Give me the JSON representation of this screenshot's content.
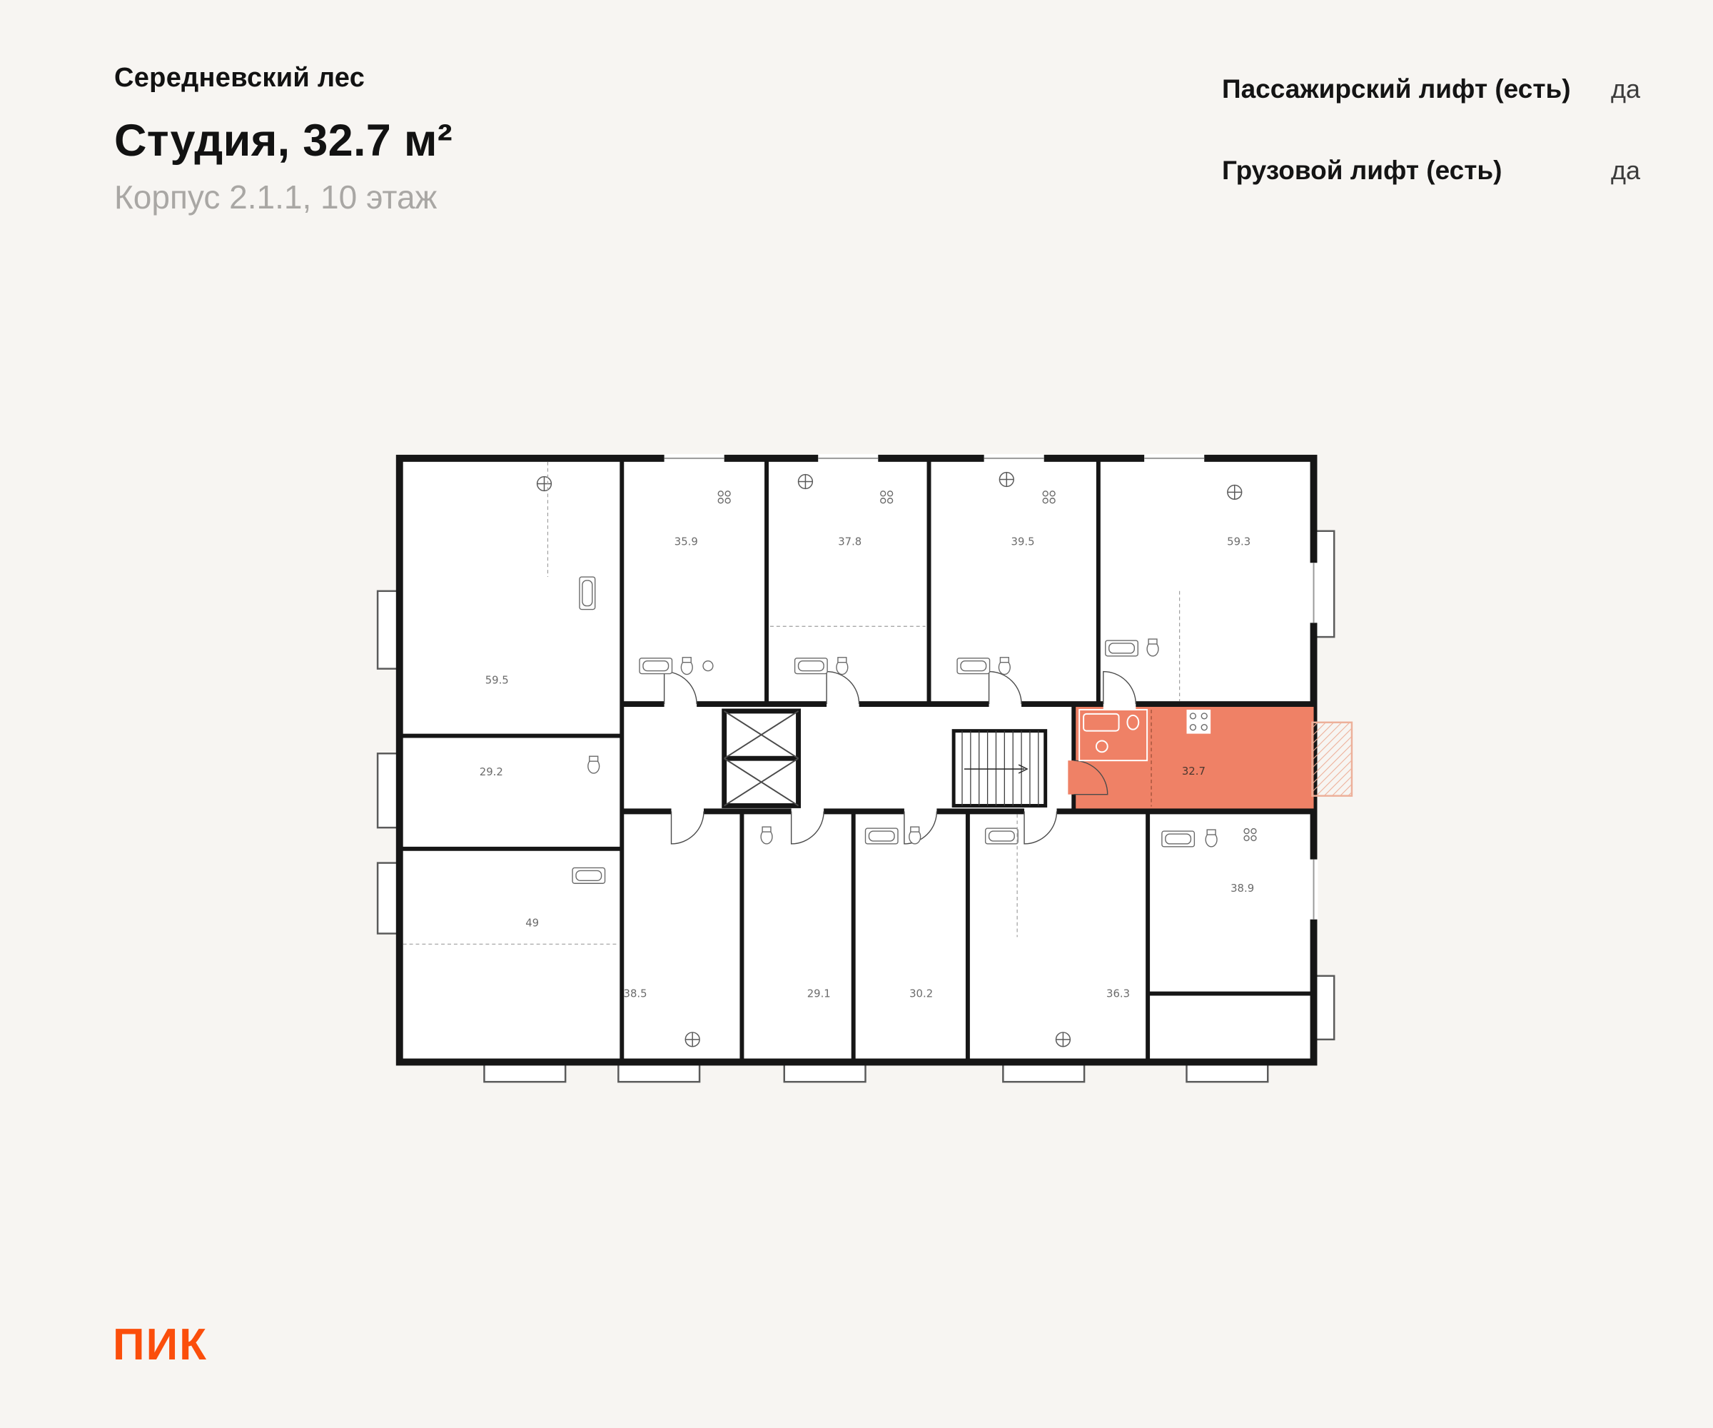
{
  "header": {
    "project_name": "Середневский лес",
    "title": "Студия, 32.7 м²",
    "subtitle": "Корпус 2.1.1, 10 этаж"
  },
  "elevator_info": {
    "rows": [
      {
        "label": "Пассажирский лифт (есть)",
        "value": "да"
      },
      {
        "label": "Грузовой лифт (есть)",
        "value": "да"
      }
    ]
  },
  "floorplan": {
    "highlighted": {
      "area": "32.7",
      "fill": "#ef8166",
      "balcony_hatch": "#edb09a"
    },
    "apartments": [
      {
        "area": "35.9"
      },
      {
        "area": "37.8"
      },
      {
        "area": "39.5"
      },
      {
        "area": "59.3"
      },
      {
        "area": "59.5"
      },
      {
        "area": "29.2"
      },
      {
        "area": "49"
      },
      {
        "area": "38.5"
      },
      {
        "area": "29.1"
      },
      {
        "area": "30.2"
      },
      {
        "area": "36.3"
      },
      {
        "area": "38.9"
      }
    ],
    "wall_color": "#161616"
  },
  "logo": {
    "text": "ПИК",
    "color": "#fb4e0b"
  }
}
